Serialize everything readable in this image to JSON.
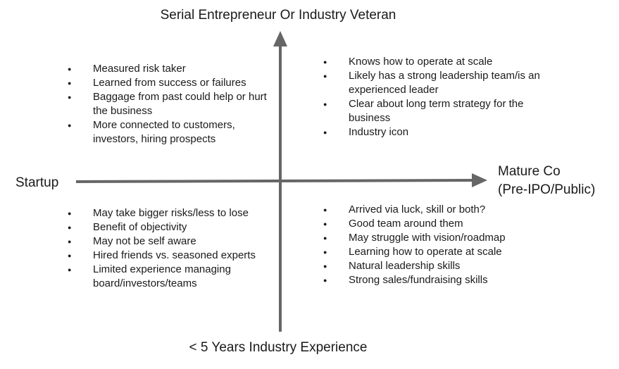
{
  "axes": {
    "top": "Serial Entrepreneur Or Industry Veteran",
    "bottom": "< 5 Years Industry Experience",
    "left": "Startup",
    "right_line1": "Mature Co",
    "right_line2": "(Pre-IPO/Public)",
    "color": "#666666"
  },
  "quadrants": {
    "top_left": [
      "Measured risk taker",
      "Learned from success or failures",
      "Baggage from past could help or hurt the business",
      "More connected to customers, investors, hiring prospects"
    ],
    "top_right": [
      "Knows how to operate at scale",
      "Likely has a strong leadership team/is an experienced leader",
      "Clear about long term strategy for the business",
      "Industry icon"
    ],
    "bottom_left": [
      "May take bigger risks/less to lose",
      "Benefit of objectivity",
      "May not be self aware",
      "Hired friends vs. seasoned experts",
      "Limited experience managing board/investors/teams"
    ],
    "bottom_right": [
      "Arrived via luck, skill or both?",
      "Good team around them",
      "May struggle with vision/roadmap",
      "Learning how to operate at scale",
      "Natural leadership skills",
      "Strong sales/fundraising skills"
    ]
  }
}
